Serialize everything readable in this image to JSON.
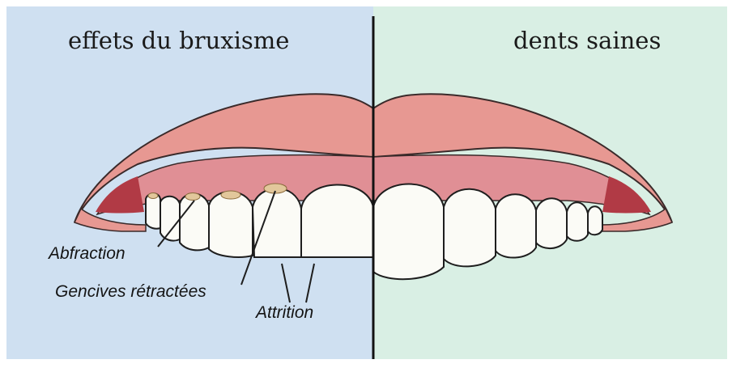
{
  "panels": {
    "left": {
      "title": "effets du bruxisme",
      "background": "#cfe0f1"
    },
    "right": {
      "title": "dents saines",
      "background": "#d9efe4"
    }
  },
  "labels": {
    "abfraction": "Abfraction",
    "gum_recession": "Gencives rétractées",
    "attrition": "Attrition"
  },
  "colors": {
    "lip": "#e79892",
    "lip_outline": "#3a2a2a",
    "gum": "#e08f95",
    "mouth_shadow": "#b13a45",
    "tooth": "#fbfbf6",
    "tooth_outline": "#1e1e1e",
    "plaque": "#e2c79b",
    "divider": "#121212"
  }
}
